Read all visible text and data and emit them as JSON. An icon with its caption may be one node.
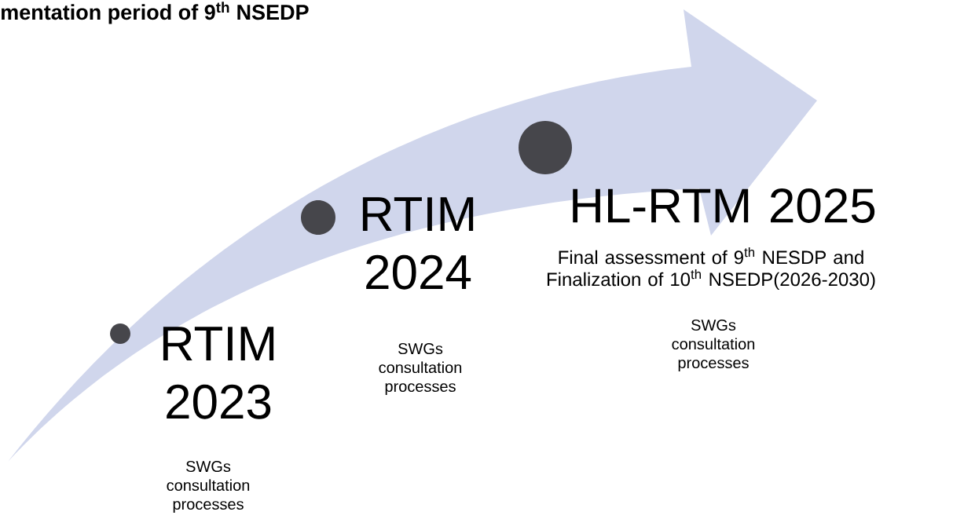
{
  "diagram": {
    "title": "mentation period of 9$^{th}$ NSEDP",
    "labels": [
      "RTIM 2023",
      "SWGs consultation processes",
      "RTIM 2024",
      "SWGs consultation processes",
      "HL-RTM 2025",
      "Final assessment of 9$^{th}$ NESDP and Finalization of 10$^{th}$ NSEDP(2026-2030)",
      "SWGs consultation processes"
    ]
  }
}
